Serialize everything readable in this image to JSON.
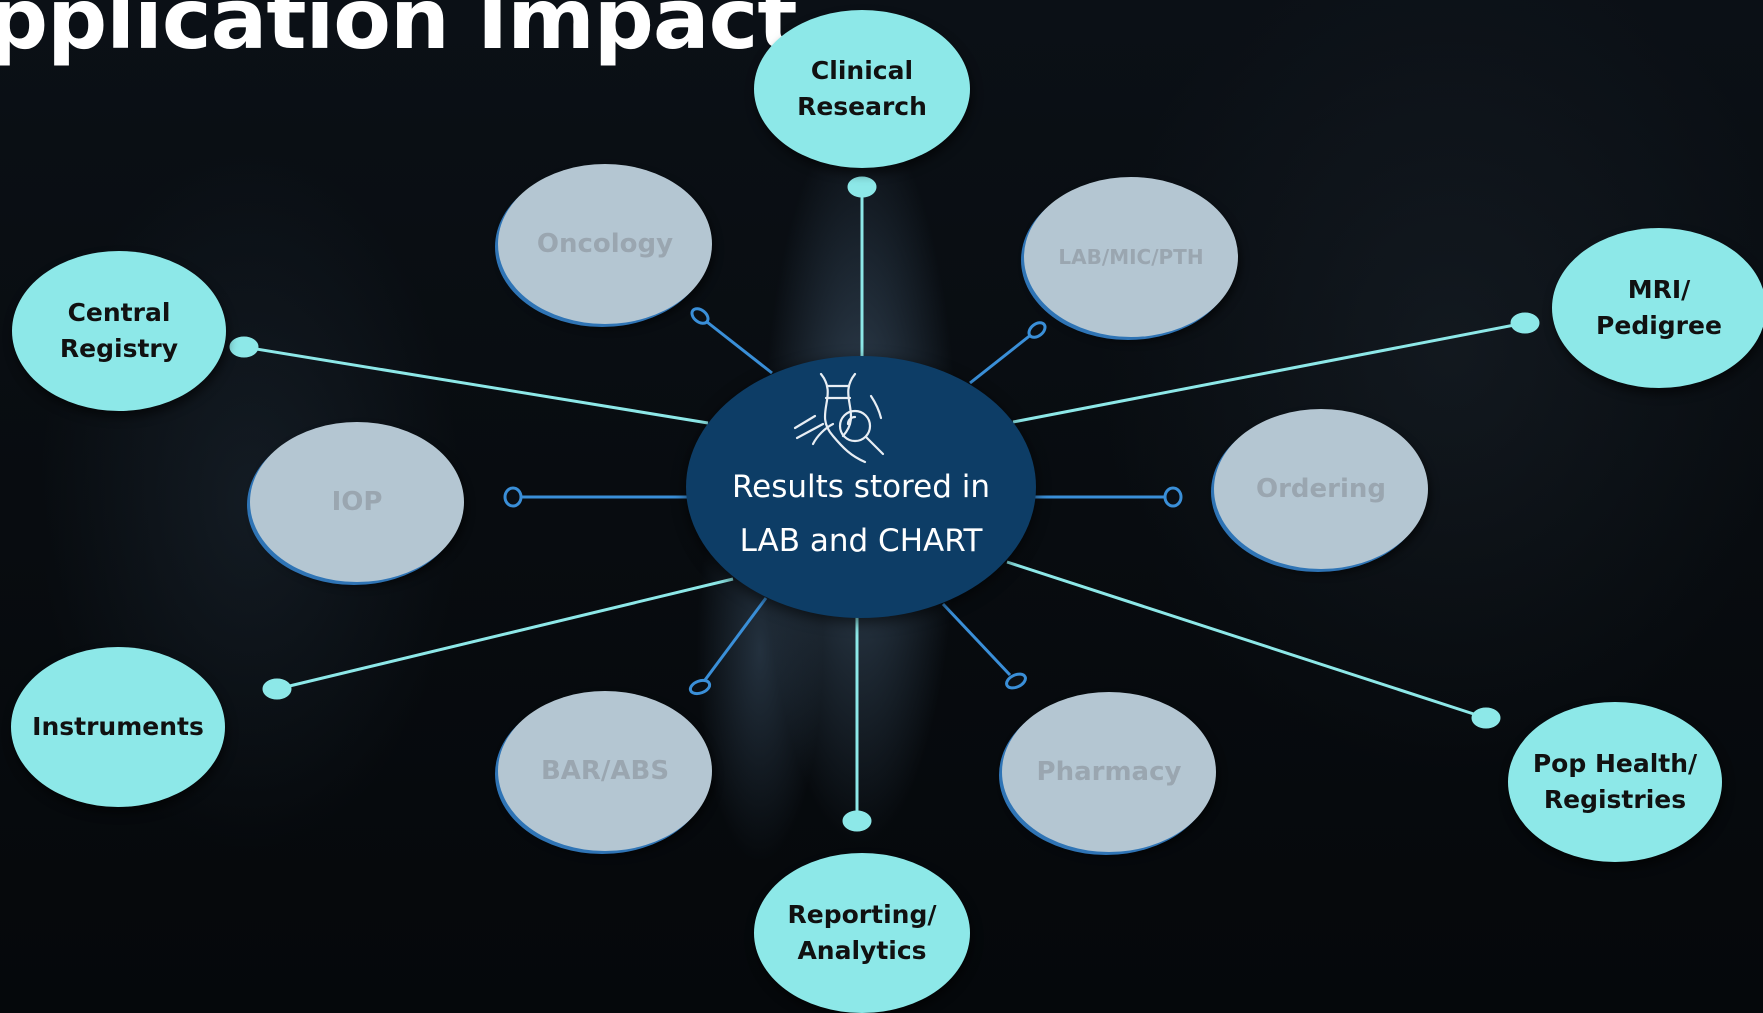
{
  "slide": {
    "title": "pplication Impact"
  },
  "hub": {
    "label": "Results stored in\nLAB and CHART",
    "icon": "dna-magnifier-icon"
  },
  "nodes": {
    "clinical_research": "Clinical\nResearch",
    "central_registry": "Central\nRegistry",
    "mri_pedigree": "MRI/\nPedigree",
    "instruments": "Instruments",
    "pop_health": "Pop Health/\nRegistries",
    "reporting_analytics": "Reporting/\nAnalytics",
    "oncology": "Oncology",
    "lab_mic_pth": "LAB/MIC/PTH",
    "iop": "IOP",
    "ordering": "Ordering",
    "bar_abs": "BAR/ABS",
    "pharmacy": "Pharmacy"
  },
  "colors": {
    "active_node": "#8de8e8",
    "inactive_node": "#b4c6d2",
    "hub": "#0d3d66",
    "active_link": "#8de8e8",
    "inactive_link": "#3a8fd8"
  }
}
